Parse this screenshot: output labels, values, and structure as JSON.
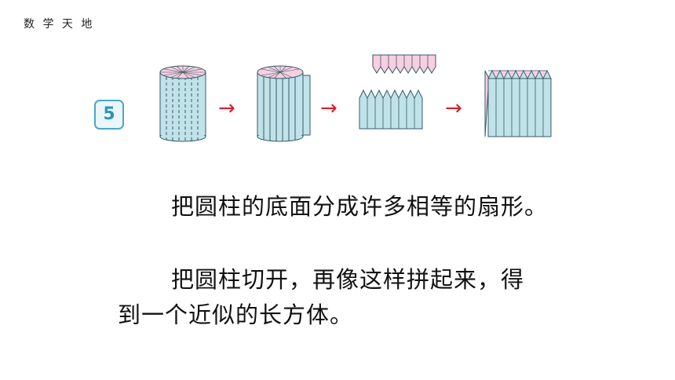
{
  "header": {
    "title": "数 学 天 地"
  },
  "problem": {
    "number": "5"
  },
  "illustration": {
    "colors": {
      "side": "#bfe3e8",
      "top": "#f7cfe1",
      "line": "#3a5a66",
      "arrow": "#d81e28"
    },
    "arrow_symbol": "→"
  },
  "text": {
    "line1": "把圆柱的底面分成许多相等的扇形。",
    "line2a": "把圆柱切开，再像这样拼起来，得",
    "line2b": "到一个近似的长方体。"
  }
}
